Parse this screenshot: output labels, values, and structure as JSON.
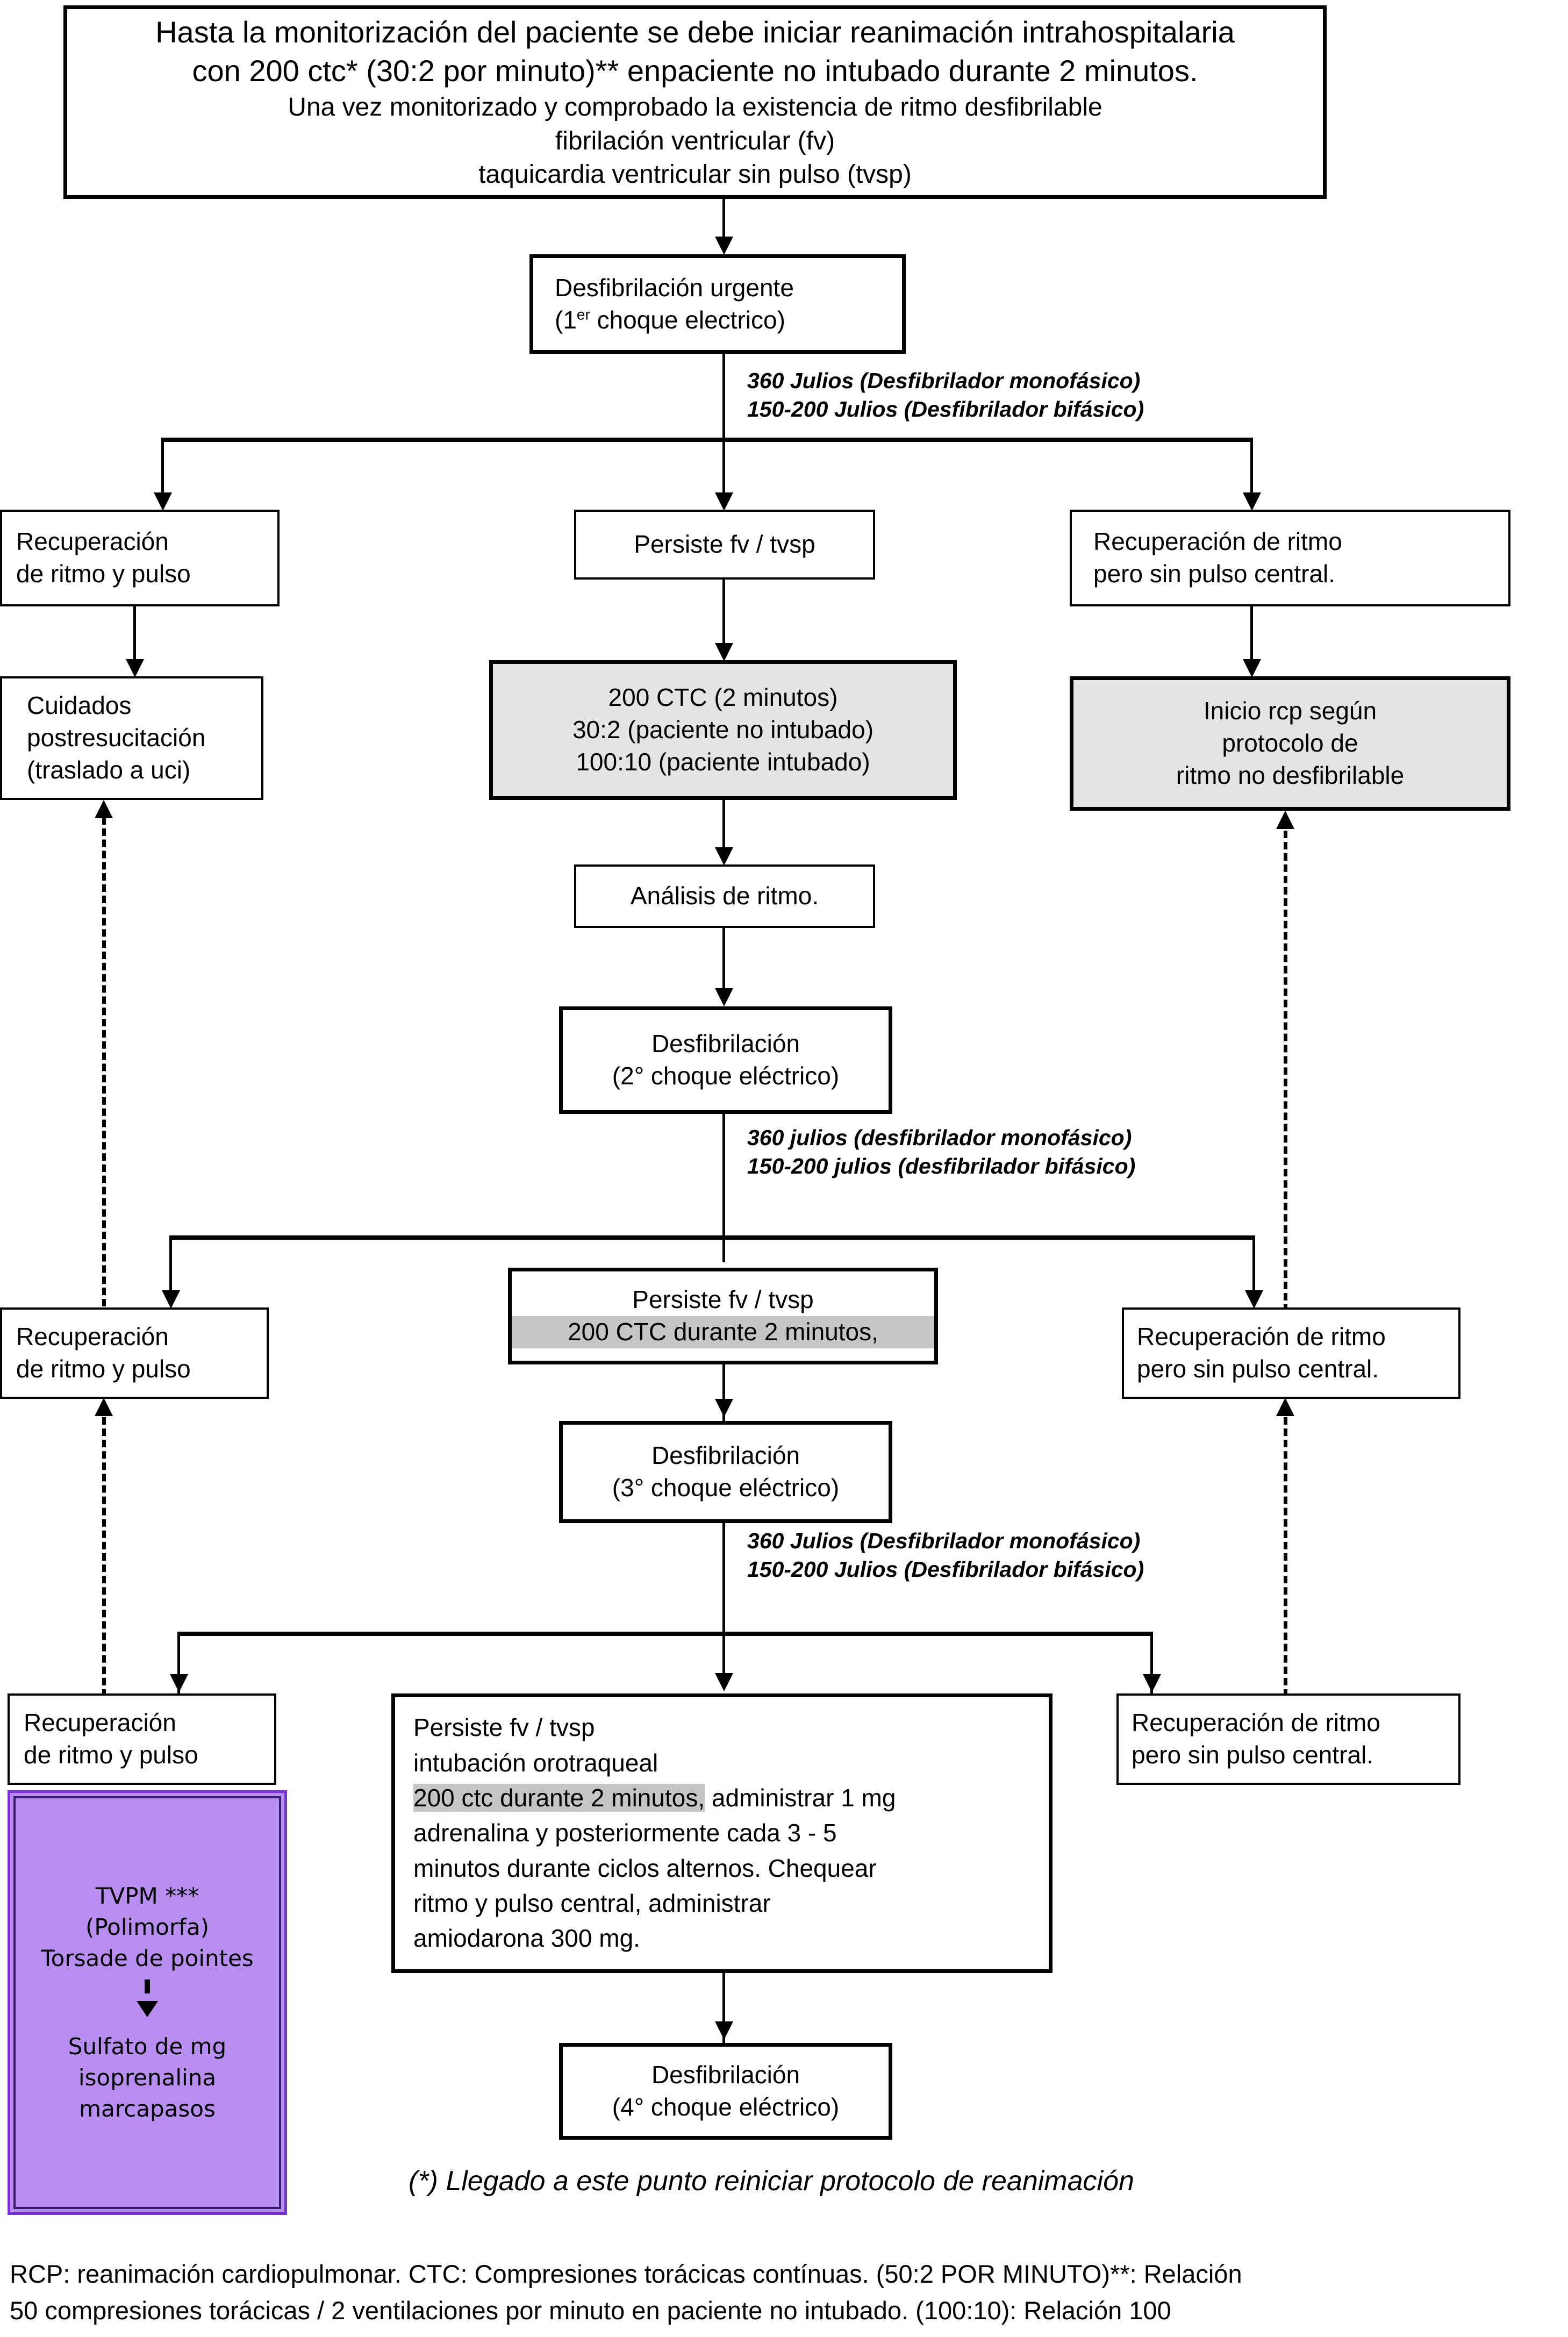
{
  "colors": {
    "gray_fill": "#e4e4e4",
    "highlight": "#c6c6c6",
    "purple_fill": "#b88ef0",
    "purple_border": "#7b2fd6",
    "purple_inner_border": "#3a1a6e",
    "line": "#000000"
  },
  "header": {
    "line1": "Hasta la monitorización del paciente se debe iniciar reanimación intrahospitalaria",
    "line2": "con 200 ctc* (30:2 por minuto)** enpaciente no intubado durante 2 minutos.",
    "line3": "Una vez monitorizado y comprobado la  existencia de ritmo desfibrilable",
    "line4": "fibrilación ventricular (fv)",
    "line5": "taquicardia ventricular sin pulso (tvsp)"
  },
  "shock1": {
    "line1": "Desfibrilación urgente",
    "line2_pre": "(1",
    "line2_sup": "er",
    "line2_post": " choque electrico)"
  },
  "energy1": {
    "line1": "360 Julios (Desfibrilador monofásico)",
    "line2": "150-200 Julios (Desfibrilador bifásico)"
  },
  "energy2": {
    "line1": "360 julios (desfibrilador monofásico)",
    "line2": "150-200 julios (desfibrilador bifásico)"
  },
  "energy3": {
    "line1": "360 Julios (Desfibrilador monofásico)",
    "line2": "150-200 Julios (Desfibrilador bifásico)"
  },
  "branch1": {
    "left": {
      "line1": "Recuperación",
      "line2": "de ritmo y pulso"
    },
    "center": {
      "line1": "Persiste fv / tvsp"
    },
    "right": {
      "line1": "Recuperación de ritmo",
      "line2": "pero sin pulso central."
    }
  },
  "postcare": {
    "line1": "Cuidados",
    "line2": "postresucitación",
    "line3": "(traslado a uci)"
  },
  "ctc_block": {
    "line1": "200 CTC (2 minutos)",
    "line2": "30:2 (paciente no intubado)",
    "line3": "100:10 (paciente intubado)"
  },
  "rcp_protocol": {
    "line1": "Inicio rcp según",
    "line2": "protocolo de",
    "line3": "ritmo no desfibrilable"
  },
  "rhythm_analysis": {
    "line1": "Análisis de  ritmo."
  },
  "shock2": {
    "line1": "Desfibrilación",
    "line2": "(2° choque eléctrico)"
  },
  "branch2": {
    "left": {
      "line1": "Recuperación",
      "line2": "de ritmo y pulso"
    },
    "center": {
      "line1": "Persiste fv / tvsp",
      "line2_highlight": "200 CTC durante 2 minutos,"
    },
    "right": {
      "line1": "Recuperación de ritmo",
      "line2": "pero sin pulso  central."
    }
  },
  "shock3": {
    "line1": "Desfibrilación",
    "line2": "(3° choque eléctrico)"
  },
  "branch3": {
    "left": {
      "line1": "Recuperación",
      "line2": "de ritmo y pulso"
    },
    "center": {
      "line1": "Persiste fv / tvsp",
      "line2": "intubación orotraqueal",
      "line3_highlight": "200 ctc durante 2 minutos,",
      "line3_rest": " administrar 1 mg",
      "line4": "adrenalina y posteriormente cada 3 - 5",
      "line5": "minutos durante ciclos alternos.  Chequear",
      "line6": "ritmo y pulso central, administrar",
      "line7": "amiodarona 300 mg."
    },
    "right": {
      "line1": "Recuperación de ritmo",
      "line2": "pero sin pulso central."
    }
  },
  "tvpm": {
    "line1": "TVPM ***",
    "line2": "(Polimorfa)",
    "line3": "Torsade de pointes",
    "line4": "Sulfato de mg",
    "line5": "isoprenalina",
    "line6": "marcapasos",
    "arrow_icon": "down-arrow-icon"
  },
  "shock4": {
    "line1": "Desfibrilación",
    "line2": "(4° choque eléctrico)"
  },
  "restart_note": "(*) Llegado a este punto reiniciar protocolo de reanimación",
  "footer": {
    "line1": "RCP: reanimación cardiopulmonar.  CTC: Compresiones torácicas contínuas.  (50:2 POR MINUTO)**: Relación",
    "line2": "50 compresiones torácicas / 2 ventilaciones por minuto en paciente no intubado.  (100:10): Relación 100"
  }
}
